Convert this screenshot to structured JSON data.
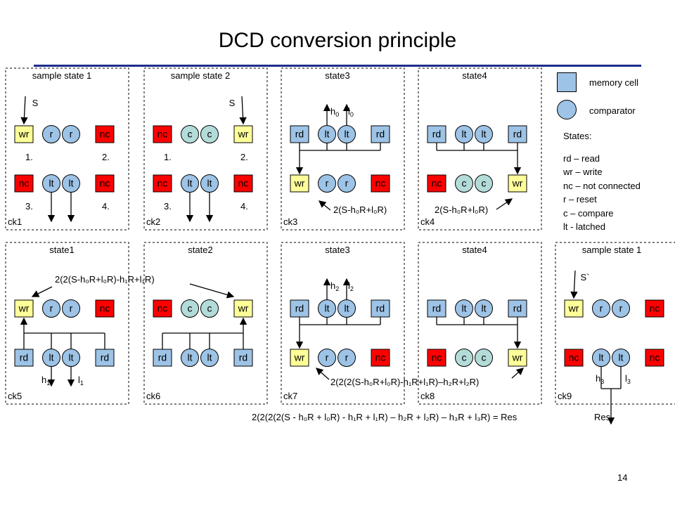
{
  "slide": {
    "title": "DCD conversion principle",
    "page_number": "14"
  },
  "colors": {
    "wr": "#ffff99",
    "rd": "#9dc3e6",
    "nc": "#ff0000",
    "comparator": "#b3dcd9",
    "latched": "#9dc3e6",
    "rule": "#1c2c8c"
  },
  "legend": {
    "memory_cell": "memory cell",
    "comparator": "comparator",
    "states_heading": "States:",
    "states": [
      "rd – read",
      "wr – write",
      "nc – not connected",
      "r – reset",
      "c – compare",
      "lt - latched"
    ]
  },
  "panels": [
    {
      "title": "sample state 1",
      "clock": "ck1",
      "top": [
        "wr",
        "r",
        "r",
        "nc"
      ],
      "bottom": [
        "nc",
        "lt",
        "lt",
        "nc"
      ],
      "marks": [
        "1.",
        "2.",
        "3.",
        "4."
      ],
      "input": "S"
    },
    {
      "title": "sample state 2",
      "clock": "ck2",
      "top": [
        "nc",
        "c",
        "c",
        "wr"
      ],
      "bottom": [
        "nc",
        "lt",
        "lt",
        "nc"
      ],
      "marks": [
        "1.",
        "2.",
        "3.",
        "4."
      ],
      "input": "S"
    },
    {
      "title": "state3",
      "clock": "ck3",
      "top": [
        "rd",
        "lt",
        "lt",
        "rd"
      ],
      "bottom": [
        "wr",
        "r",
        "r",
        "nc"
      ],
      "out_h": "h",
      "out_h_sub": "0",
      "out_l": "l",
      "out_l_sub": "0"
    },
    {
      "title": "state4",
      "clock": "ck4",
      "top": [
        "rd",
        "lt",
        "lt",
        "rd"
      ],
      "bottom": [
        "nc",
        "c",
        "c",
        "wr"
      ]
    },
    {
      "title": "state1",
      "clock": "ck5",
      "top": [
        "wr",
        "r",
        "r",
        "nc"
      ],
      "bottom": [
        "rd",
        "lt",
        "lt",
        "rd"
      ],
      "out_h": "h",
      "out_h_sub": "1",
      "out_l": "l",
      "out_l_sub": "1"
    },
    {
      "title": "state2",
      "clock": "ck6",
      "top": [
        "nc",
        "c",
        "c",
        "wr"
      ],
      "bottom": [
        "rd",
        "lt",
        "lt",
        "rd"
      ]
    },
    {
      "title": "state3",
      "clock": "ck7",
      "top": [
        "rd",
        "lt",
        "lt",
        "rd"
      ],
      "bottom": [
        "wr",
        "r",
        "r",
        "nc"
      ],
      "out_h": "h",
      "out_h_sub": "2",
      "out_l": "l",
      "out_l_sub": "2"
    },
    {
      "title": "state4",
      "clock": "ck8",
      "top": [
        "rd",
        "lt",
        "lt",
        "rd"
      ],
      "bottom": [
        "nc",
        "c",
        "c",
        "wr"
      ]
    },
    {
      "title": "sample state 1",
      "clock": "ck9",
      "top": [
        "wr",
        "r",
        "r",
        "nc"
      ],
      "bottom": [
        "nc",
        "lt",
        "lt",
        "nc"
      ],
      "input": "S`",
      "out_h": "h",
      "out_h_sub": "3",
      "out_l": "l",
      "out_l_sub": "3"
    }
  ],
  "expressions": {
    "e1": "2(S-h₀R+l₀R)",
    "e2": "2(S-h₀R+l₀R)",
    "e3": "2(2(S-h₀R+l₀R)-h₁R+l₁R)",
    "e4": "2(2(2(S-h₀R+l₀R)-h₁R+l₁R)–h₂R+l₂R)",
    "final": "2(2(2(2(S - h₀R + l₀R) - h₁R + l₁R) – h₂R + l₂R) – h₃R + l₃R) = Res",
    "res": "Res"
  }
}
